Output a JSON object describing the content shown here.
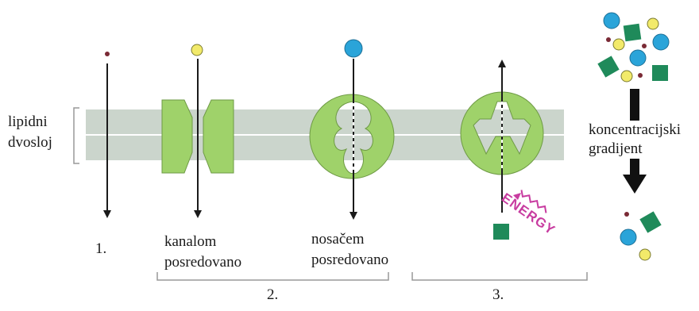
{
  "labels": {
    "membrane": [
      "lipidni",
      "dvosloj"
    ],
    "num1": "1.",
    "channel": [
      "kanalom",
      "posredovano"
    ],
    "carrier": [
      "nosačem",
      "posredovano"
    ],
    "group2": "2.",
    "group3": "3.",
    "energy": "ENERGY",
    "gradient": [
      "koncentracijski",
      "gradijent"
    ]
  },
  "colors": {
    "membrane_band": "#cbd5cc",
    "protein_fill": "#9fd26a",
    "protein_stroke": "#6e9a45",
    "arrow": "#1a1a1a",
    "small_molecule": "#7a2a35",
    "yellow_molecule": "#f2ea6a",
    "blue_molecule": "#2aa4d9",
    "green_square": "#1f8a5a",
    "energy": "#c83ca0",
    "bracket": "#999999"
  },
  "icons": [
    "small-molecule-icon",
    "yellow-molecule-icon",
    "blue-molecule-icon",
    "green-square-icon"
  ]
}
